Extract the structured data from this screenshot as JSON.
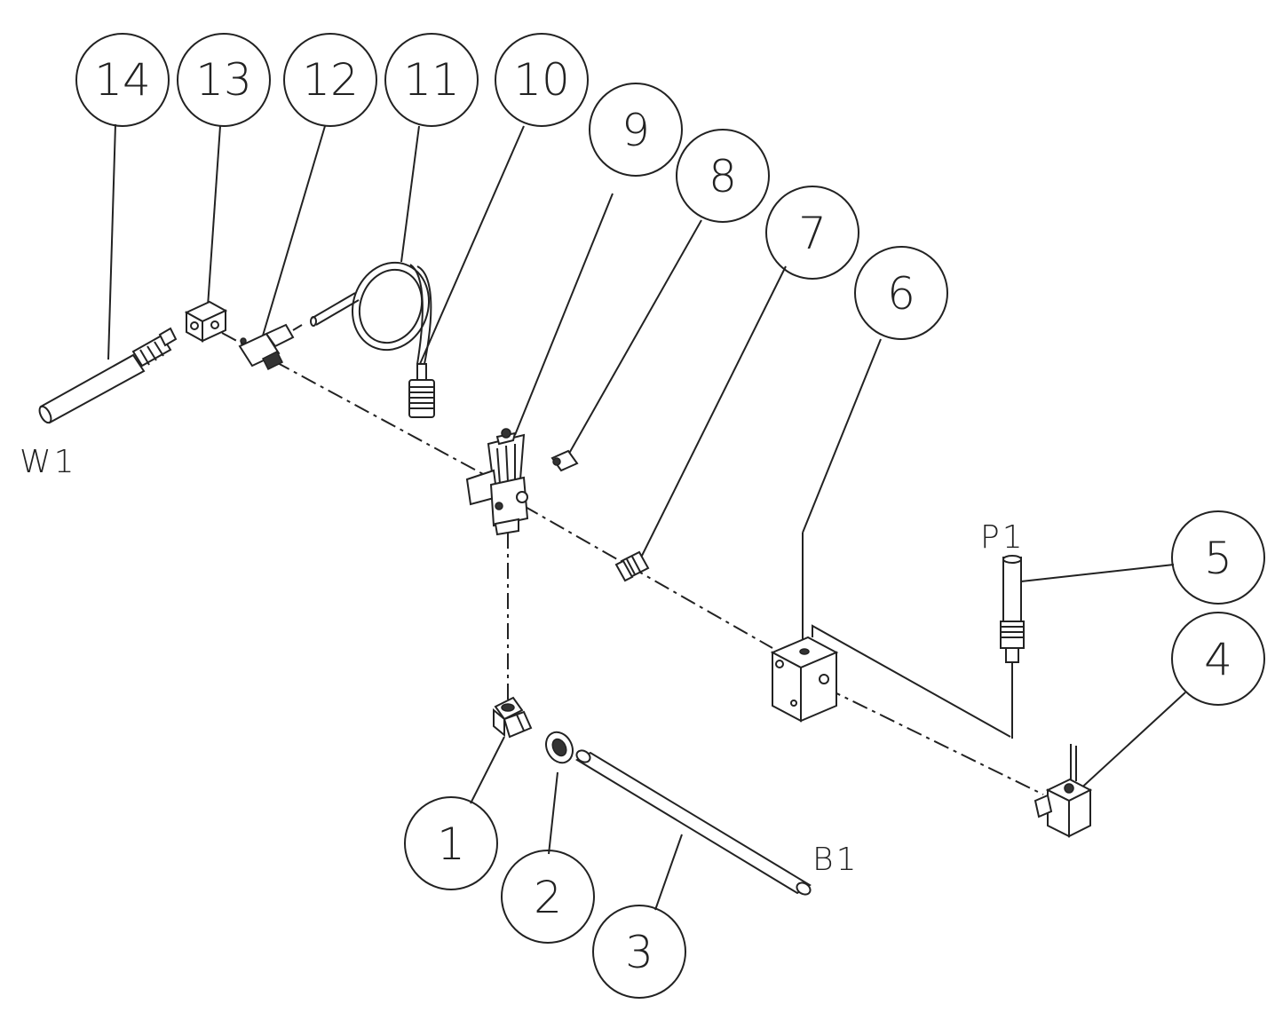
{
  "callouts": [
    {
      "id": "14",
      "label": "14"
    },
    {
      "id": "13",
      "label": "13"
    },
    {
      "id": "12",
      "label": "12"
    },
    {
      "id": "11",
      "label": "11"
    },
    {
      "id": "10",
      "label": "10"
    },
    {
      "id": "9",
      "label": "9"
    },
    {
      "id": "8",
      "label": "8"
    },
    {
      "id": "7",
      "label": "7"
    },
    {
      "id": "6",
      "label": "6"
    },
    {
      "id": "5",
      "label": "5"
    },
    {
      "id": "4",
      "label": "4"
    },
    {
      "id": "3",
      "label": "3"
    },
    {
      "id": "2",
      "label": "2"
    },
    {
      "id": "1",
      "label": "1"
    }
  ],
  "ports": {
    "w1": "W1",
    "p1": "P1",
    "b1": "B1"
  }
}
